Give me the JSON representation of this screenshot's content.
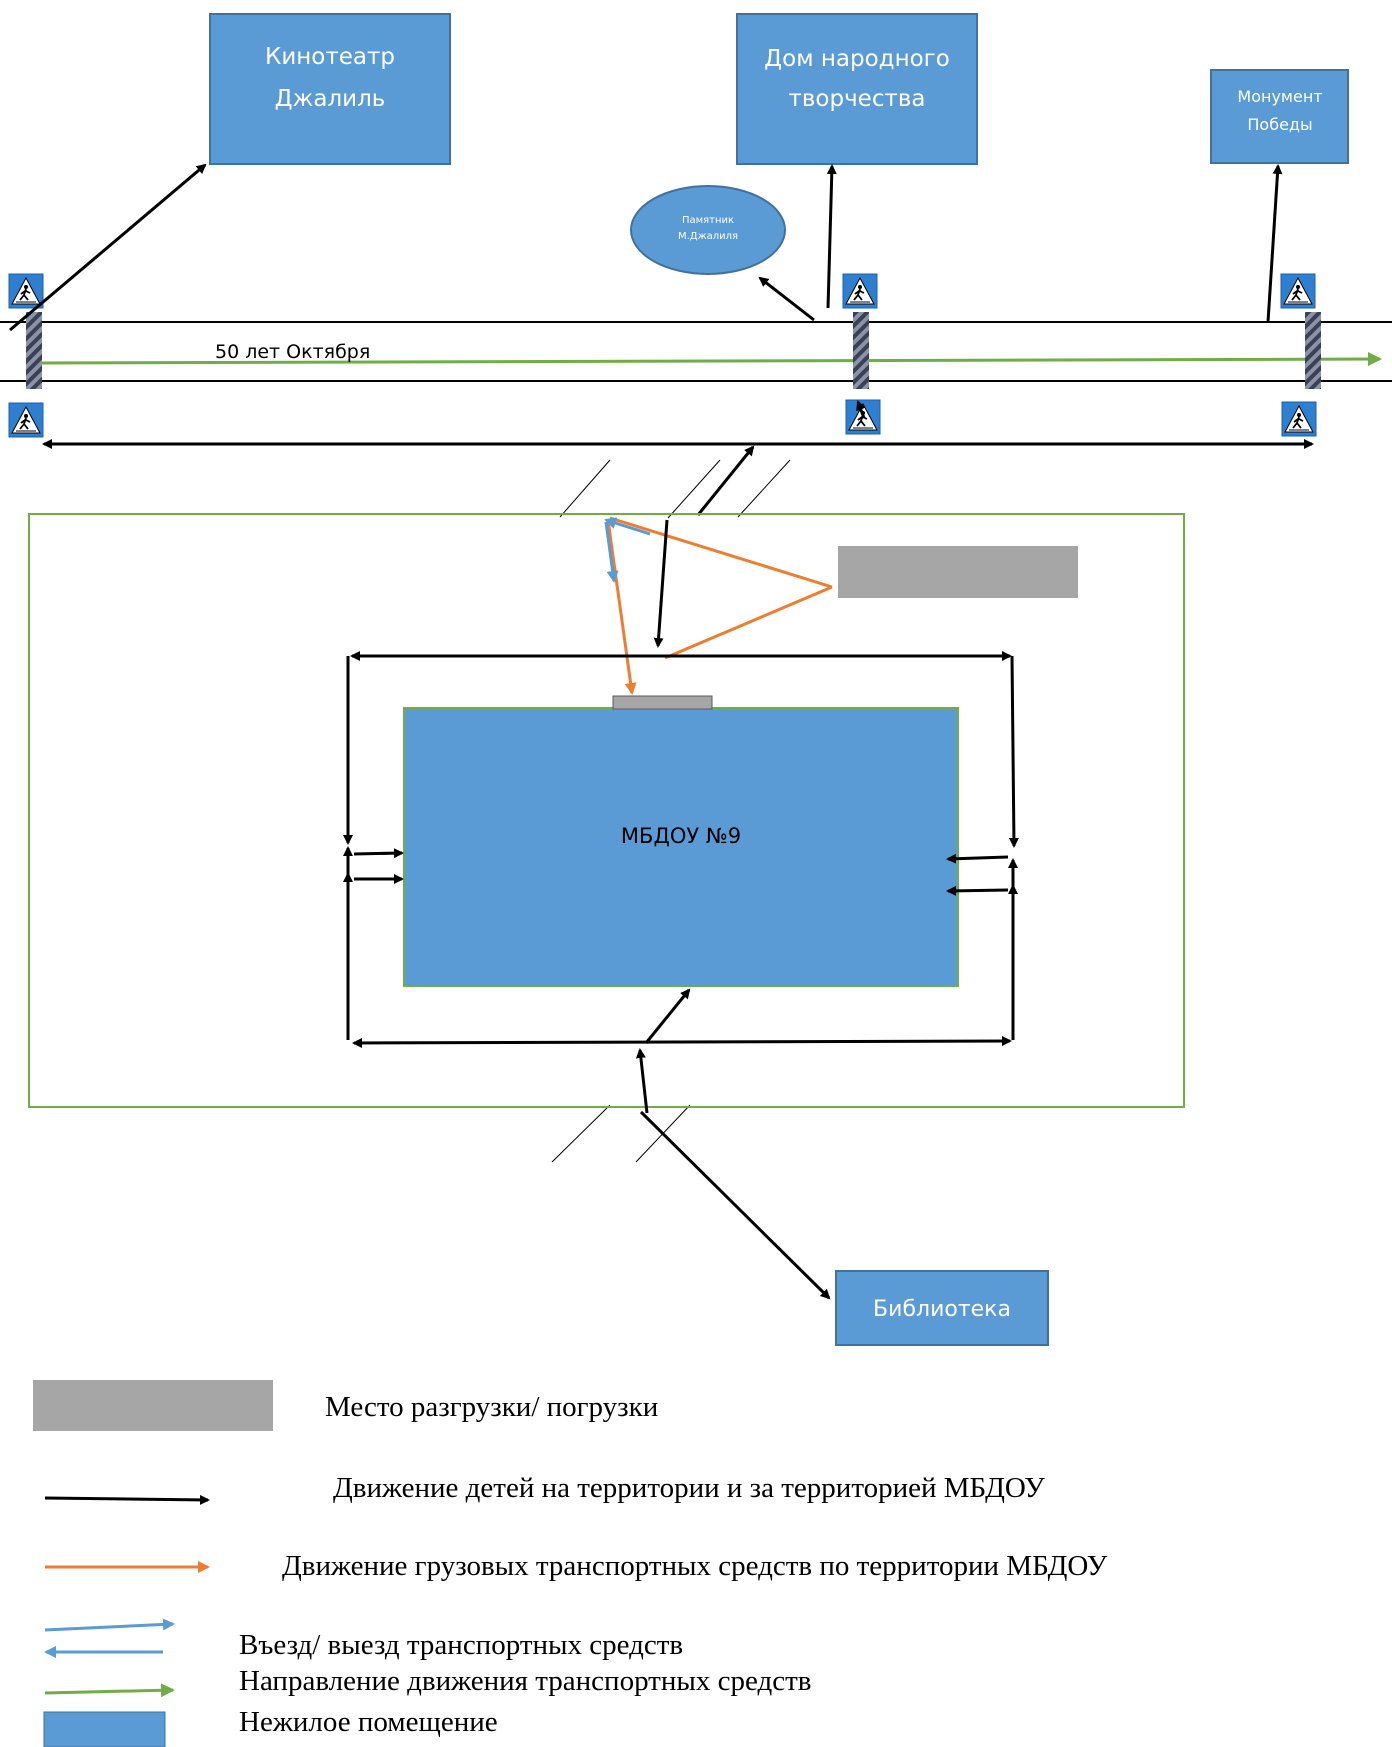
{
  "landmarks": {
    "cinema": {
      "line1": "Кинотеатр",
      "line2": "Джалиль"
    },
    "folk_house": {
      "line1": "Дом народного",
      "line2": "творчества"
    },
    "monument": {
      "line1": "Монумент",
      "line2": "Победы"
    },
    "statue": {
      "line1": "Памятник",
      "line2": "М.Джалиля"
    },
    "library": "Библиотека"
  },
  "road": {
    "name": "50 лет Октября"
  },
  "building": {
    "name": "МБДОУ №9"
  },
  "legend": {
    "unloading": "Место разгрузки/ погрузки",
    "children": "Движение детей на территории и за территорией МБДОУ",
    "trucks": "Движение грузовых транспортных средств по территории МБДОУ",
    "entry_exit": "Въезд/ выезд транспортных средств",
    "traffic_direction": "Направление движения транспортных средств",
    "non_residential": "Нежилое помещение"
  },
  "colors": {
    "box_blue": "#5b9bd5",
    "box_border": "#41719c",
    "green": "#70ad47",
    "orange": "#ed7d31",
    "light_blue": "#5b9bd5",
    "gray": "#a6a6a6",
    "black": "#000000"
  },
  "icons": [
    "pedestrian-crossing-sign-icon"
  ]
}
